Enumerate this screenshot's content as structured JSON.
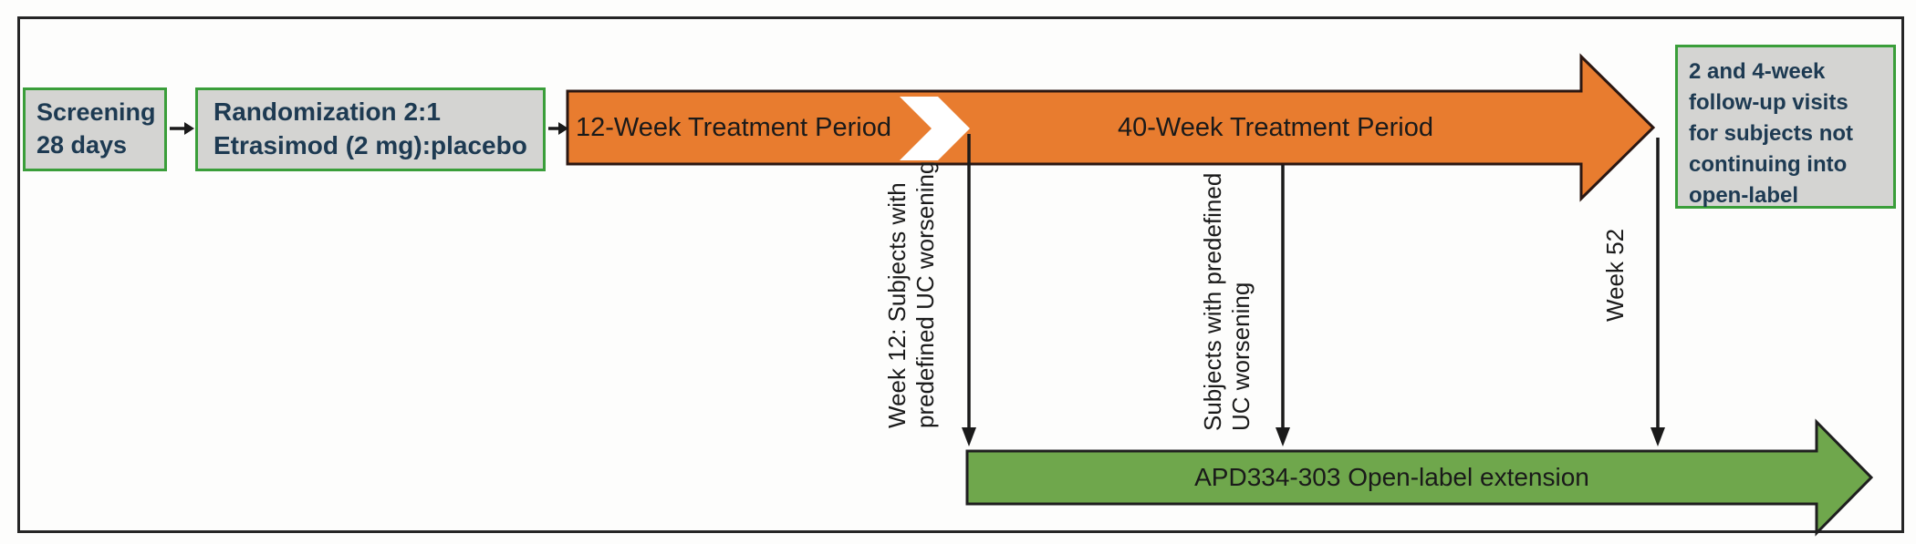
{
  "colors": {
    "orange": "#e87c2f",
    "green": "#6fa74c",
    "box-fill": "#d4d4d2",
    "box-border": "#3a9e3a",
    "navy": "#1d3a52",
    "ink": "#1a1a1a",
    "frame": "#262626",
    "chevron": "#ffffff",
    "arrow-outline": "#2b1712",
    "green-outline": "#1f1f1f"
  },
  "boxes": {
    "screening": {
      "lines": [
        "Screening",
        "28 days"
      ]
    },
    "randomization": {
      "lines": [
        "Randomization 2:1",
        "Etrasimod (2 mg):placebo"
      ]
    },
    "followup": {
      "text": "2 and 4-week follow-up visits for subjects not continuing into open-label"
    }
  },
  "timeline": {
    "period1": "12-Week Treatment Period",
    "period2": "40-Week Treatment Period",
    "open_label": "APD334-303 Open-label extension"
  },
  "annotations": {
    "week12": {
      "lines": [
        "Week 12: Subjects with",
        "predefined UC worsening"
      ]
    },
    "worsening": {
      "lines": [
        "Subjects with predefined",
        "UC worsening"
      ]
    },
    "week52": "Week 52"
  }
}
